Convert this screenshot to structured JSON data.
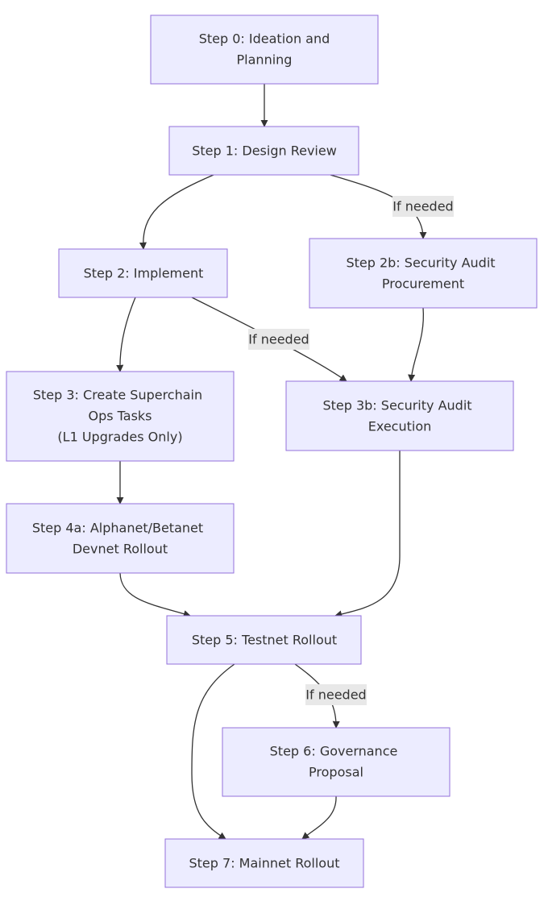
{
  "nodes": {
    "step0": {
      "lines": [
        "Step 0: Ideation and",
        "Planning"
      ]
    },
    "step1": {
      "lines": [
        "Step 1: Design Review"
      ]
    },
    "step2": {
      "lines": [
        "Step 2: Implement"
      ]
    },
    "step2b": {
      "lines": [
        "Step 2b: Security Audit",
        "Procurement"
      ]
    },
    "step3": {
      "lines": [
        "Step 3: Create Superchain",
        "Ops Tasks",
        "(L1 Upgrades Only)"
      ]
    },
    "step3b": {
      "lines": [
        "Step 3b: Security Audit",
        "Execution"
      ]
    },
    "step4a": {
      "lines": [
        "Step 4a: Alphanet/Betanet",
        "Devnet Rollout"
      ]
    },
    "step5": {
      "lines": [
        "Step 5: Testnet Rollout"
      ]
    },
    "step6": {
      "lines": [
        "Step 6: Governance",
        "Proposal"
      ]
    },
    "step7": {
      "lines": [
        "Step 7: Mainnet Rollout"
      ]
    }
  },
  "edge_labels": {
    "step1_to_step2b": "If needed",
    "step2_to_step3b": "If needed",
    "step5_to_step6": "If needed"
  },
  "colors": {
    "node_fill": "#ECECFF",
    "node_stroke": "#9370DB",
    "edge": "#333333",
    "label_bg": "#E8E8E8",
    "text": "#333333"
  }
}
